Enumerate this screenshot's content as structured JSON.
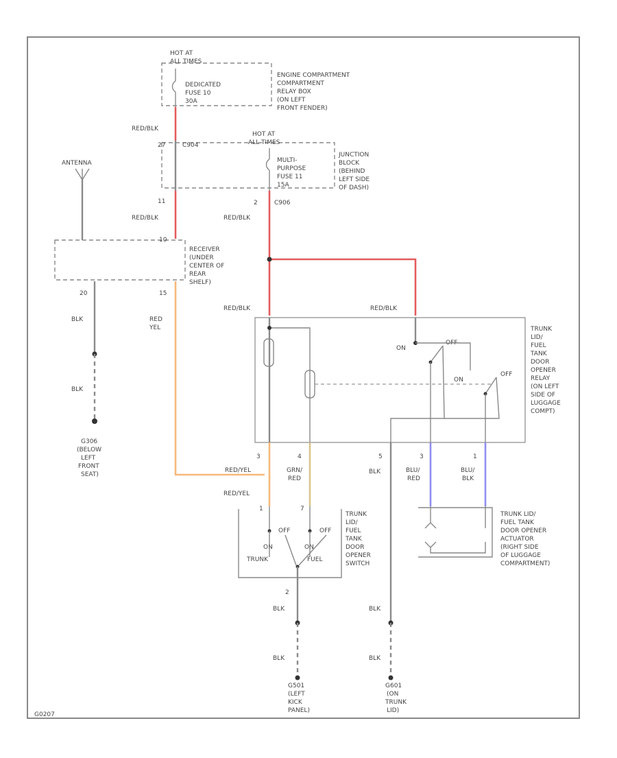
{
  "colors": {
    "red_wire": "#e35b5b",
    "orange_wire": "#f7b87a",
    "tan_wire": "#d8c48e",
    "blue_wire": "#8e8ef0",
    "gray_wire": "#8a8a8a"
  },
  "labels": {
    "hot_at_all_times_1": "HOT AT",
    "hot_at_all_times_1b": "ALL TIMES",
    "dedicated_fuse_1": "DEDICATED",
    "dedicated_fuse_2": "FUSE 10",
    "dedicated_fuse_3": "30A",
    "engine_box_1": "ENGINE COMPARTMENT",
    "engine_box_2": "COMPARTMENT",
    "engine_box_3": "RELAY BOX",
    "engine_box_4": "(ON LEFT",
    "engine_box_5": "FRONT FENDER)",
    "red_blk_a": "RED/BLK",
    "hot_at_all_times_2": "HOT AT",
    "hot_at_all_times_2b": "ALL TIMES",
    "pin_27": "27",
    "pin_c": "C904",
    "multi_fuse_1": "MULTI-",
    "multi_fuse_2": "PURPOSE",
    "multi_fuse_3": "FUSE 11",
    "multi_fuse_4": "15A",
    "junction_1": "JUNCTION",
    "junction_2": "BLOCK",
    "junction_3": "(BEHIND",
    "junction_4": "LEFT SIDE",
    "junction_5": "OF DASH)",
    "antenna": "ANTENNA",
    "pin_11": "11",
    "red_blk_b": "RED/BLK",
    "pin_2": "2",
    "pin_c2": "C906",
    "red_blk_c": "RED/BLK",
    "pin_10": "10",
    "receiver_1": "RECEIVER",
    "receiver_2": "(UNDER",
    "receiver_3": "CENTER OF",
    "receiver_4": "REAR",
    "receiver_5": "SHELF)",
    "pin_20": "20",
    "pin_15": "15",
    "red_blk_d": "RED/BLK",
    "red_blk_e": "RED/BLK",
    "blk_1": "BLK",
    "red_yel_1": "RED",
    "red_yel_2": "YEL",
    "blk_2": "BLK",
    "g_left_1": "G306",
    "g_left_2": "(BELOW",
    "g_left_3": "LEFT",
    "g_left_4": "FRONT",
    "g_left_5": "SEAT)",
    "on_1": "ON",
    "off_1": "OFF",
    "on_2": "ON",
    "off_2": "OFF",
    "relay_1": "TRUNK",
    "relay_2": "LID/",
    "relay_3": "FUEL",
    "relay_4": "TANK",
    "relay_5": "DOOR",
    "relay_6": "OPENER",
    "relay_7": "RELAY",
    "relay_8": "(ON LEFT",
    "relay_9": "SIDE OF",
    "relay_10": "LUGGAGE",
    "relay_11": "COMPT)",
    "pin_3a": "3",
    "pin_4": "4",
    "pin_5": "5",
    "pin_3b": "3",
    "pin_1": "1",
    "red_yel_3": "RED/YEL",
    "grn_red_1": "GRN/",
    "grn_red_2": "RED",
    "blk_3": "BLK",
    "blu_red_1": "BLU/",
    "blu_red_2": "RED",
    "blu_blk_1": "BLU/",
    "blu_blk_2": "BLK",
    "red_yel_4": "RED/YEL",
    "pin_1b": "1",
    "pin_7": "7",
    "off_3": "OFF",
    "off_4": "OFF",
    "on_3": "ON",
    "on_4": "ON",
    "trunk_sw": "TRUNK",
    "fuel_sw": "FUEL",
    "switch_1": "TRUNK",
    "switch_2": "LID/",
    "switch_3": "FUEL",
    "switch_4": "TANK",
    "switch_5": "DOOR",
    "switch_6": "OPENER",
    "switch_7": "SWITCH",
    "actuator_1": "TRUNK LID/",
    "actuator_2": "FUEL TANK",
    "actuator_3": "DOOR OPENER",
    "actuator_4": "ACTUATOR",
    "actuator_5": "(RIGHT SIDE",
    "actuator_6": "OF LUGGAGE",
    "actuator_7": "COMPARTMENT)",
    "pin_2b": "2",
    "blk_4": "BLK",
    "blk_5": "BLK",
    "blk_6": "BLK",
    "blk_7": "BLK",
    "g_bottom_1": "G501",
    "g_bottom_2": "(LEFT",
    "g_bottom_3": "KICK",
    "g_bottom_4": "PANEL)",
    "g_trunk_1": "G601",
    "g_trunk_2": "(ON",
    "g_trunk_3": "TRUNK",
    "g_trunk_4": "LID)",
    "ref_code": "G0207"
  }
}
